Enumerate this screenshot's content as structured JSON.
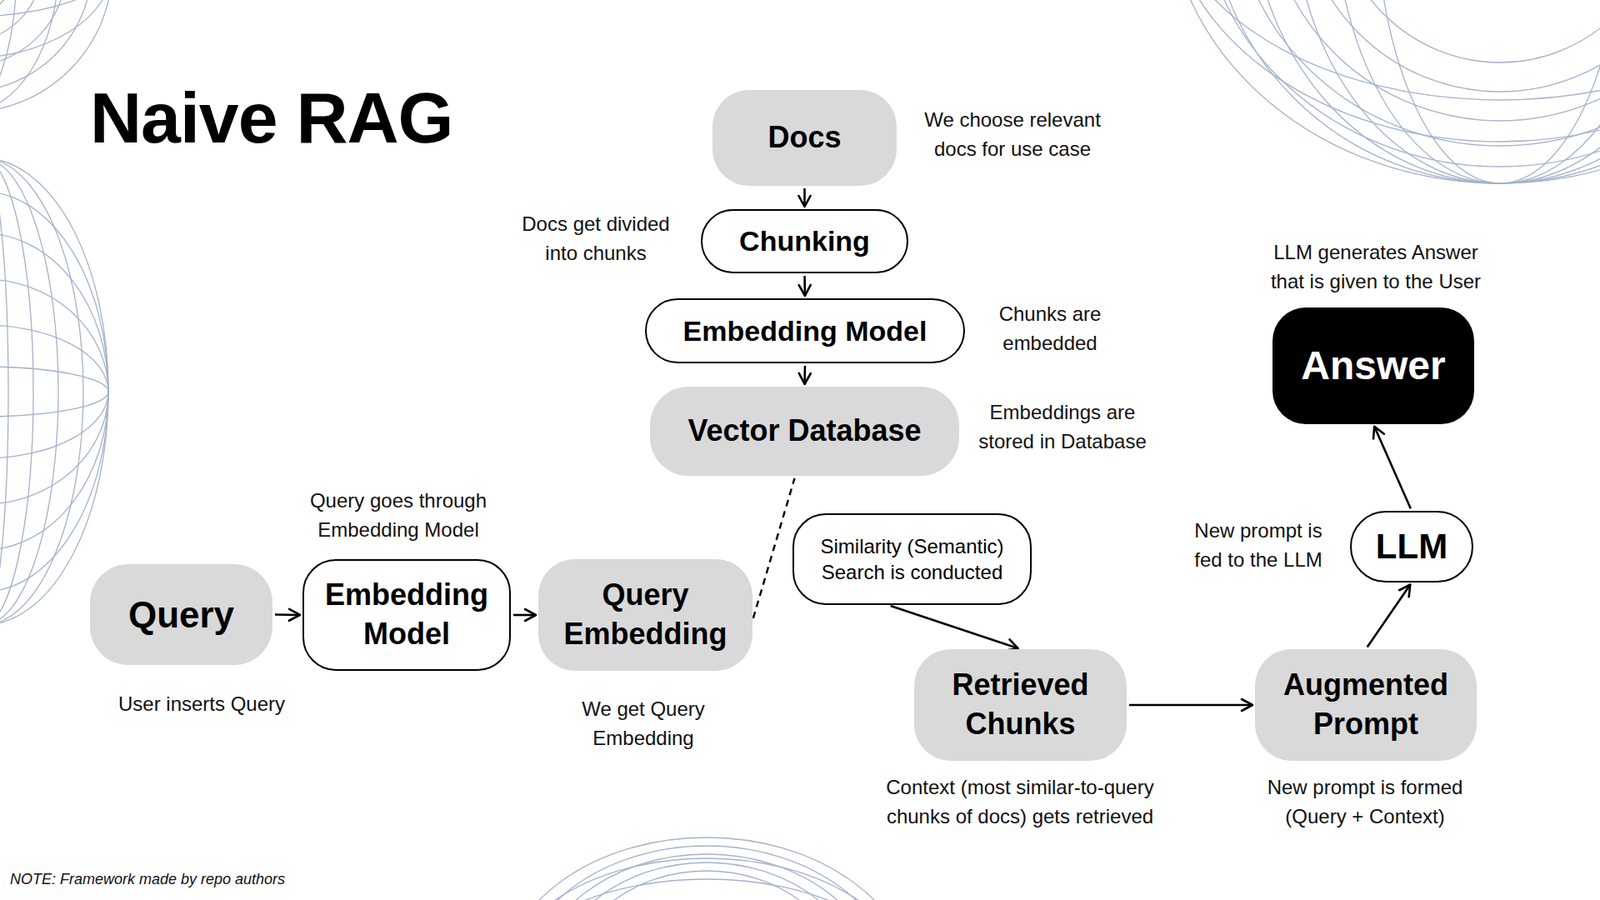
{
  "diagram": {
    "title": "Naive RAG",
    "nodes": [
      {
        "text": [
          "Docs"
        ]
      },
      {
        "text": [
          "Chunking"
        ]
      },
      {
        "text": [
          "Embedding Model"
        ]
      },
      {
        "text": [
          "Vector Database"
        ]
      },
      {
        "text": [
          "Query"
        ]
      },
      {
        "text": [
          "Embedding Model"
        ]
      },
      {
        "text": [
          "Query Embedding"
        ]
      },
      {
        "text": [
          "Similarity (Semantic) Search is conducted"
        ]
      },
      {
        "text": [
          "Retrieved Chunks"
        ]
      },
      {
        "text": [
          "Augmented Prompt"
        ]
      },
      {
        "text": [
          "LLM"
        ]
      },
      {
        "text": [
          "Answer"
        ]
      }
    ],
    "edges": [
      {
        "from": 0,
        "to": 1,
        "arrow": "to"
      },
      {
        "from": 1,
        "to": 2,
        "arrow": "to"
      },
      {
        "from": 2,
        "to": 3,
        "arrow": "to"
      },
      {
        "from": 4,
        "to": 5,
        "arrow": "to"
      },
      {
        "from": 5,
        "to": 6,
        "arrow": "to"
      },
      {
        "from": 6,
        "to": 3,
        "arrow": "none"
      },
      {
        "from": 7,
        "to": 8,
        "arrow": "to"
      },
      {
        "from": 8,
        "to": 9,
        "arrow": "to"
      },
      {
        "from": 9,
        "to": 10,
        "arrow": "to"
      },
      {
        "from": 10,
        "to": 11,
        "arrow": "to"
      }
    ],
    "labels": [
      "We choose relevant docs for use case",
      "Docs get divided into chunks",
      "Chunks are embedded",
      "Embeddings are stored in Database",
      "LLM generates Answer that is given to the User",
      "Query goes through Embedding Model",
      "New prompt is fed to the LLM",
      "User inserts Query",
      "We get Query Embedding",
      "Context (most similar-to-query chunks of docs) gets retrieved",
      "New prompt is formed (Query + Context)",
      "NOTE: Framework made by repo authors"
    ]
  }
}
